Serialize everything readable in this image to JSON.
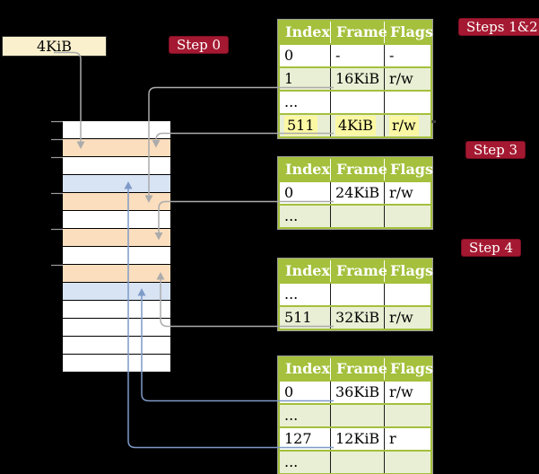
{
  "colors": {
    "bg": "#000000",
    "badge-red": "#A41931",
    "badge-text": "#FFFFFF",
    "olive": "#A4C03C",
    "table-header-text": "#FFFFFF",
    "row-white": "#FFFFFF",
    "row-green": "#E9EFD4",
    "hl-yellow": "#FBF8A3",
    "frame-box-cream": "#FAF0CD",
    "mem-peach": "#FBDEBE",
    "mem-blue": "#D8E4F4",
    "connector-gray": "#ABABAB",
    "connector-blue": "#7E9AC8"
  },
  "labels": {
    "cr3_frame": "4KiB",
    "step0": "Step 0",
    "steps12": "Steps 1&2",
    "step3": "Step 3",
    "step4": "Step 4"
  },
  "memory": {
    "row_types": [
      "free",
      "page-table",
      "free",
      "mapped-frame",
      "page-table",
      "free",
      "page-table",
      "free",
      "page-table",
      "mapped-frame",
      "free",
      "free",
      "free",
      "free"
    ]
  },
  "tables": [
    {
      "headers": [
        "Index",
        "Frame",
        "Flags"
      ],
      "rows": [
        {
          "cells": [
            "0",
            "-",
            "-"
          ]
        },
        {
          "cells": [
            "1",
            "16KiB",
            "r/w"
          ]
        },
        {
          "cells": [
            "...",
            "",
            ""
          ]
        },
        {
          "cells": [
            "511",
            "4KiB",
            "r/w"
          ],
          "highlight": true
        }
      ]
    },
    {
      "headers": [
        "Index",
        "Frame",
        "Flags"
      ],
      "rows": [
        {
          "cells": [
            "0",
            "24KiB",
            "r/w"
          ]
        },
        {
          "cells": [
            "...",
            "",
            ""
          ]
        }
      ]
    },
    {
      "headers": [
        "Index",
        "Frame",
        "Flags"
      ],
      "rows": [
        {
          "cells": [
            "...",
            "",
            ""
          ]
        },
        {
          "cells": [
            "511",
            "32KiB",
            "r/w"
          ]
        }
      ]
    },
    {
      "headers": [
        "Index",
        "Frame",
        "Flags"
      ],
      "rows": [
        {
          "cells": [
            "0",
            "36KiB",
            "r/w"
          ]
        },
        {
          "cells": [
            "...",
            "",
            ""
          ]
        },
        {
          "cells": [
            "127",
            "12KiB",
            "r"
          ]
        },
        {
          "cells": [
            "...",
            "",
            ""
          ]
        }
      ]
    }
  ]
}
